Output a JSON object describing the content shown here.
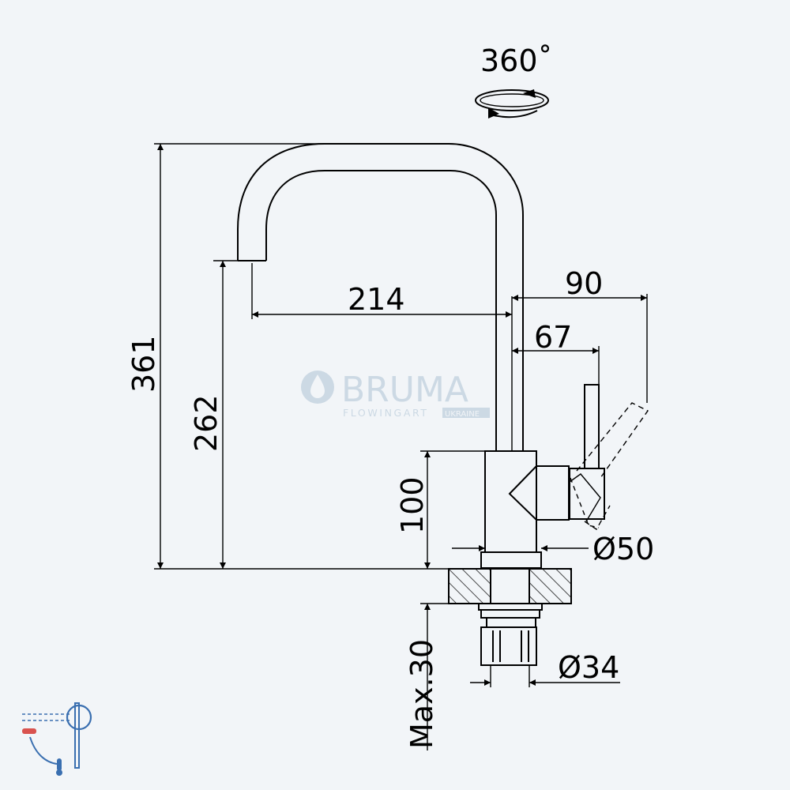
{
  "rotation": {
    "label": "360˚"
  },
  "dimensions": {
    "height_total": "361",
    "spout_height": "262",
    "spout_reach": "214",
    "handle_reach": "90",
    "handle_offset": "67",
    "body_height": "100",
    "body_diameter": "Ø50",
    "thread_diameter": "Ø34",
    "max_thickness": "Max.30"
  },
  "watermark": {
    "brand": "BRUMA",
    "tagline": "FLOWINGART",
    "region": "UKRAINE"
  },
  "colors": {
    "background": "#f2f5f8",
    "line": "#000000",
    "watermark": "#c8d6e2",
    "icon": "#3a6fb0",
    "hot": "#d9534f"
  },
  "icons": {
    "rotation": "rotate-360-icon",
    "mixer": "single-lever-mixer-icon"
  }
}
